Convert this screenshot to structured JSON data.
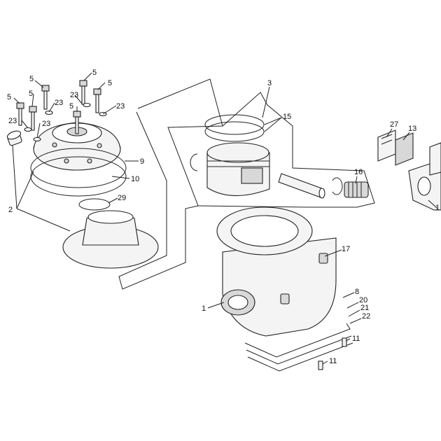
{
  "diagram": {
    "callouts": {
      "c1": "1",
      "c2": "2",
      "c3": "3",
      "c5": "5",
      "c8": "8",
      "c9": "9",
      "c10": "10",
      "c11": "11",
      "c13": "13",
      "c15": "15",
      "c16": "16",
      "c17": "17",
      "c20": "20",
      "c21": "21",
      "c22": "22",
      "c23": "23",
      "c27": "27",
      "c29": "29"
    }
  }
}
